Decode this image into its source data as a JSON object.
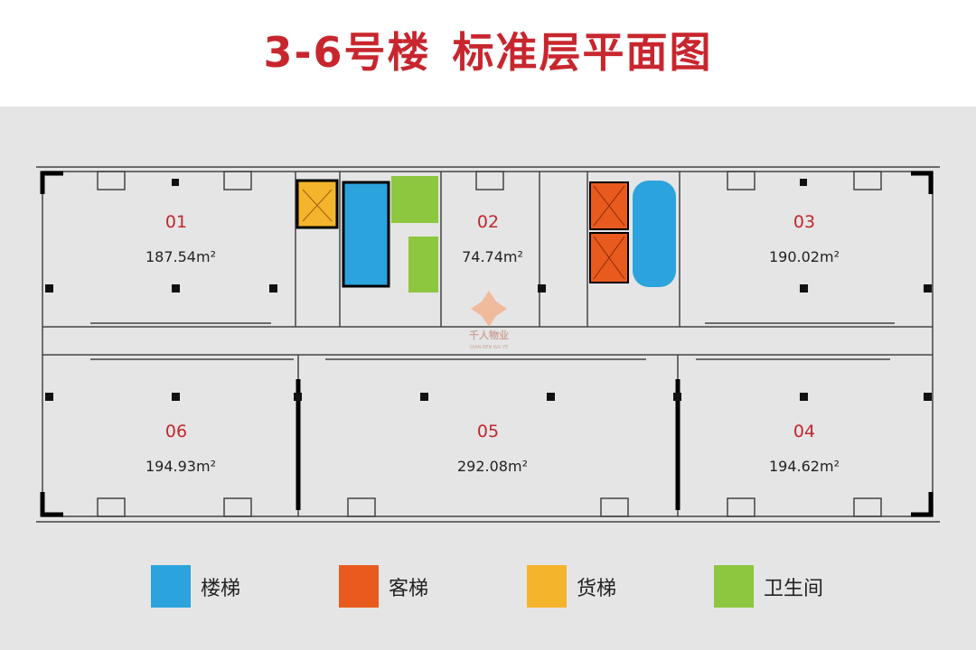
{
  "title": {
    "building": "3-6号楼",
    "plan": "标准层平面图"
  },
  "units": [
    {
      "id": "01",
      "area": "187.54m²"
    },
    {
      "id": "02",
      "area": "74.74m²"
    },
    {
      "id": "03",
      "area": "190.02m²"
    },
    {
      "id": "04",
      "area": "194.62m²"
    },
    {
      "id": "05",
      "area": "292.08m²"
    },
    {
      "id": "06",
      "area": "194.93m²"
    }
  ],
  "legend": [
    {
      "label": "楼梯",
      "color": "#2ba3dd"
    },
    {
      "label": "客梯",
      "color": "#e85a1e"
    },
    {
      "label": "货梯",
      "color": "#f4b42b"
    },
    {
      "label": "卫生间",
      "color": "#8dc63f"
    }
  ],
  "watermark": {
    "cn": "千人物业",
    "en": "QIAN REN WU YE"
  }
}
